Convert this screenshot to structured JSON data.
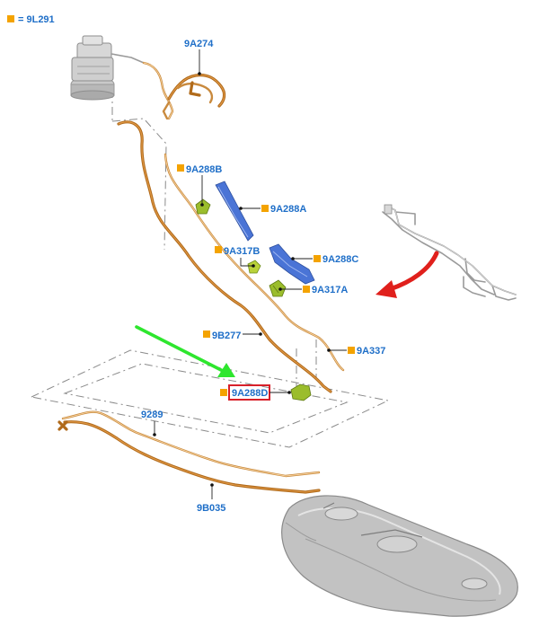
{
  "legend": {
    "label": "= 9L291",
    "swatch_color": "#f4a300"
  },
  "parts": {
    "p9A274": "9A274",
    "p9A288B": "9A288B",
    "p9A288A": "9A288A",
    "p9A317B": "9A317B",
    "p9A288C": "9A288C",
    "p9A317A": "9A317A",
    "p9B277": "9B277",
    "p9A337": "9A337",
    "p9A288D": "9A288D",
    "p9289": "9289",
    "p9B035": "9B035"
  },
  "colors": {
    "label_text": "#1f6fc8",
    "marker_square": "#f4a300",
    "highlight_box": "#d8202a",
    "green_arrow": "#2ee62e",
    "red_arrow": "#e0201c",
    "clip_blue": "#4a74d6",
    "connector_green": "#9bbd2c",
    "pipe_orange": "#c98a3e"
  },
  "icons": {
    "fuel_filter": "fuel-filter-icon",
    "fuel_tank": "fuel-tank-icon",
    "detail_view": "detail-view-icon"
  }
}
